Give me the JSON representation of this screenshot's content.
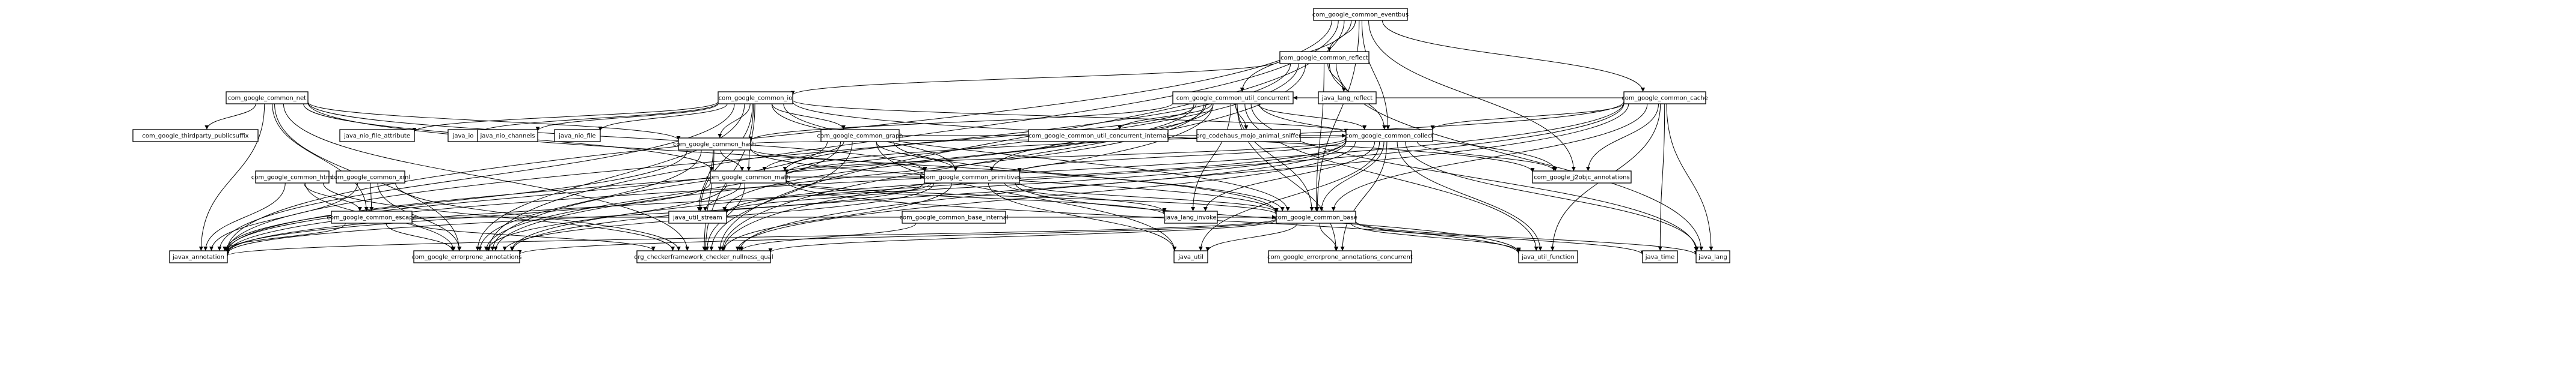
{
  "nodes": [
    {
      "id": "eventbus",
      "label": "com_google_common_eventbus"
    },
    {
      "id": "reflect",
      "label": "com_google_common_reflect"
    },
    {
      "id": "net",
      "label": "com_google_common_net"
    },
    {
      "id": "io",
      "label": "com_google_common_io"
    },
    {
      "id": "util_concurrent",
      "label": "com_google_common_util_concurrent"
    },
    {
      "id": "cache",
      "label": "com_google_common_cache"
    },
    {
      "id": "lang_reflect",
      "label": "java_lang_reflect"
    },
    {
      "id": "thirdparty",
      "label": "com_google_thirdparty_publicsuffix"
    },
    {
      "id": "nio_file_attribute",
      "label": "java_nio_file_attribute"
    },
    {
      "id": "java_io",
      "label": "java_io"
    },
    {
      "id": "nio_channels",
      "label": "java_nio_channels"
    },
    {
      "id": "nio_file",
      "label": "java_nio_file"
    },
    {
      "id": "uc_internal",
      "label": "com_google_common_util_concurrent_internal"
    },
    {
      "id": "animal_sniffer",
      "label": "org_codehaus_mojo_animal_sniffer"
    },
    {
      "id": "collect",
      "label": "com_google_common_collect"
    },
    {
      "id": "hash",
      "label": "com_google_common_hash"
    },
    {
      "id": "graph",
      "label": "com_google_common_graph"
    },
    {
      "id": "j2objc",
      "label": "com_google_j2objc_annotations"
    },
    {
      "id": "html",
      "label": "com_google_common_html"
    },
    {
      "id": "xml",
      "label": "com_google_common_xml"
    },
    {
      "id": "math",
      "label": "com_google_common_math"
    },
    {
      "id": "primitives",
      "label": "com_google_common_primitives"
    },
    {
      "id": "escape",
      "label": "com_google_common_escape"
    },
    {
      "id": "util_stream",
      "label": "java_util_stream"
    },
    {
      "id": "base_internal",
      "label": "com_google_common_base_internal"
    },
    {
      "id": "lang_invoke",
      "label": "java_lang_invoke"
    },
    {
      "id": "base",
      "label": "com_google_common_base"
    },
    {
      "id": "javax_annotation",
      "label": "javax_annotation"
    },
    {
      "id": "errorprone",
      "label": "com_google_errorprone_annotations"
    },
    {
      "id": "checker",
      "label": "org_checkerframework_checker_nullness_qual"
    },
    {
      "id": "java_util",
      "label": "java_util"
    },
    {
      "id": "ep_concurrent",
      "label": "com_google_errorprone_annotations_concurrent"
    },
    {
      "id": "util_function",
      "label": "java_util_function"
    },
    {
      "id": "java_time",
      "label": "java_time"
    },
    {
      "id": "java_lang",
      "label": "java_lang"
    }
  ],
  "edges": [
    [
      "eventbus",
      "reflect"
    ],
    [
      "eventbus",
      "cache"
    ],
    [
      "eventbus",
      "collect"
    ],
    [
      "eventbus",
      "base"
    ],
    [
      "eventbus",
      "j2objc"
    ],
    [
      "eventbus",
      "util_concurrent"
    ],
    [
      "eventbus",
      "javax_annotation"
    ],
    [
      "eventbus",
      "errorprone"
    ],
    [
      "eventbus",
      "checker"
    ],
    [
      "reflect",
      "io"
    ],
    [
      "reflect",
      "lang_reflect"
    ],
    [
      "reflect",
      "collect"
    ],
    [
      "reflect",
      "base"
    ],
    [
      "reflect",
      "java_lang"
    ],
    [
      "reflect",
      "javax_annotation"
    ],
    [
      "reflect",
      "errorprone"
    ],
    [
      "reflect",
      "checker"
    ],
    [
      "net",
      "thirdparty"
    ],
    [
      "net",
      "hash"
    ],
    [
      "net",
      "escape"
    ],
    [
      "net",
      "math"
    ],
    [
      "net",
      "base"
    ],
    [
      "net",
      "primitives"
    ],
    [
      "net",
      "javax_annotation"
    ],
    [
      "net",
      "errorprone"
    ],
    [
      "net",
      "checker"
    ],
    [
      "io",
      "nio_file_attribute"
    ],
    [
      "io",
      "java_io"
    ],
    [
      "io",
      "nio_channels"
    ],
    [
      "io",
      "nio_file"
    ],
    [
      "io",
      "hash"
    ],
    [
      "io",
      "graph"
    ],
    [
      "io",
      "math"
    ],
    [
      "io",
      "primitives"
    ],
    [
      "io",
      "base"
    ],
    [
      "io",
      "collect"
    ],
    [
      "io",
      "util_stream"
    ],
    [
      "io",
      "javax_annotation"
    ],
    [
      "io",
      "errorprone"
    ],
    [
      "io",
      "checker"
    ],
    [
      "io",
      "j2objc"
    ],
    [
      "util_concurrent",
      "uc_internal"
    ],
    [
      "util_concurrent",
      "animal_sniffer"
    ],
    [
      "util_concurrent",
      "collect"
    ],
    [
      "util_concurrent",
      "primitives"
    ],
    [
      "util_concurrent",
      "math"
    ],
    [
      "util_concurrent",
      "base"
    ],
    [
      "util_concurrent",
      "j2objc"
    ],
    [
      "util_concurrent",
      "util_function"
    ],
    [
      "util_concurrent",
      "ep_concurrent"
    ],
    [
      "util_concurrent",
      "javax_annotation"
    ],
    [
      "util_concurrent",
      "errorprone"
    ],
    [
      "util_concurrent",
      "checker"
    ],
    [
      "util_concurrent",
      "lang_invoke"
    ],
    [
      "util_concurrent",
      "java_lang"
    ],
    [
      "util_concurrent",
      "util_stream"
    ],
    [
      "util_concurrent",
      "hash"
    ],
    [
      "cache",
      "collect"
    ],
    [
      "cache",
      "j2objc"
    ],
    [
      "cache",
      "util_concurrent"
    ],
    [
      "cache",
      "base"
    ],
    [
      "cache",
      "math"
    ],
    [
      "cache",
      "java_time"
    ],
    [
      "cache",
      "java_lang"
    ],
    [
      "cache",
      "util_function"
    ],
    [
      "cache",
      "javax_annotation"
    ],
    [
      "cache",
      "errorprone"
    ],
    [
      "cache",
      "checker"
    ],
    [
      "collect",
      "j2objc"
    ],
    [
      "collect",
      "math"
    ],
    [
      "collect",
      "primitives"
    ],
    [
      "collect",
      "base"
    ],
    [
      "collect",
      "util_stream"
    ],
    [
      "collect",
      "lang_invoke"
    ],
    [
      "collect",
      "java_util"
    ],
    [
      "collect",
      "ep_concurrent"
    ],
    [
      "collect",
      "util_function"
    ],
    [
      "collect",
      "java_lang"
    ],
    [
      "collect",
      "javax_annotation"
    ],
    [
      "collect",
      "errorprone"
    ],
    [
      "collect",
      "checker"
    ],
    [
      "hash",
      "math"
    ],
    [
      "hash",
      "primitives"
    ],
    [
      "hash",
      "base"
    ],
    [
      "hash",
      "util_stream"
    ],
    [
      "hash",
      "javax_annotation"
    ],
    [
      "hash",
      "errorprone"
    ],
    [
      "hash",
      "checker"
    ],
    [
      "hash",
      "collect"
    ],
    [
      "graph",
      "collect"
    ],
    [
      "graph",
      "math"
    ],
    [
      "graph",
      "base"
    ],
    [
      "graph",
      "primitives"
    ],
    [
      "graph",
      "javax_annotation"
    ],
    [
      "graph",
      "errorprone"
    ],
    [
      "graph",
      "checker"
    ],
    [
      "graph",
      "java_util"
    ],
    [
      "html",
      "escape"
    ],
    [
      "html",
      "javax_annotation"
    ],
    [
      "html",
      "errorprone"
    ],
    [
      "html",
      "checker"
    ],
    [
      "xml",
      "escape"
    ],
    [
      "xml",
      "javax_annotation"
    ],
    [
      "xml",
      "errorprone"
    ],
    [
      "xml",
      "checker"
    ],
    [
      "math",
      "primitives"
    ],
    [
      "math",
      "base"
    ],
    [
      "math",
      "util_stream"
    ],
    [
      "math",
      "lang_invoke"
    ],
    [
      "math",
      "javax_annotation"
    ],
    [
      "math",
      "errorprone"
    ],
    [
      "math",
      "checker"
    ],
    [
      "math",
      "util_function"
    ],
    [
      "primitives",
      "base"
    ],
    [
      "primitives",
      "util_stream"
    ],
    [
      "primitives",
      "lang_invoke"
    ],
    [
      "primitives",
      "java_util"
    ],
    [
      "primitives",
      "javax_annotation"
    ],
    [
      "primitives",
      "errorprone"
    ],
    [
      "primitives",
      "checker"
    ],
    [
      "primitives",
      "util_function"
    ],
    [
      "escape",
      "base"
    ],
    [
      "escape",
      "javax_annotation"
    ],
    [
      "escape",
      "errorprone"
    ],
    [
      "escape",
      "checker"
    ],
    [
      "base_internal",
      "checker"
    ],
    [
      "base",
      "javax_annotation"
    ],
    [
      "base",
      "errorprone"
    ],
    [
      "base",
      "checker"
    ],
    [
      "base",
      "java_util"
    ],
    [
      "base",
      "ep_concurrent"
    ],
    [
      "base",
      "util_function"
    ],
    [
      "base",
      "java_time"
    ],
    [
      "base",
      "java_lang"
    ]
  ]
}
